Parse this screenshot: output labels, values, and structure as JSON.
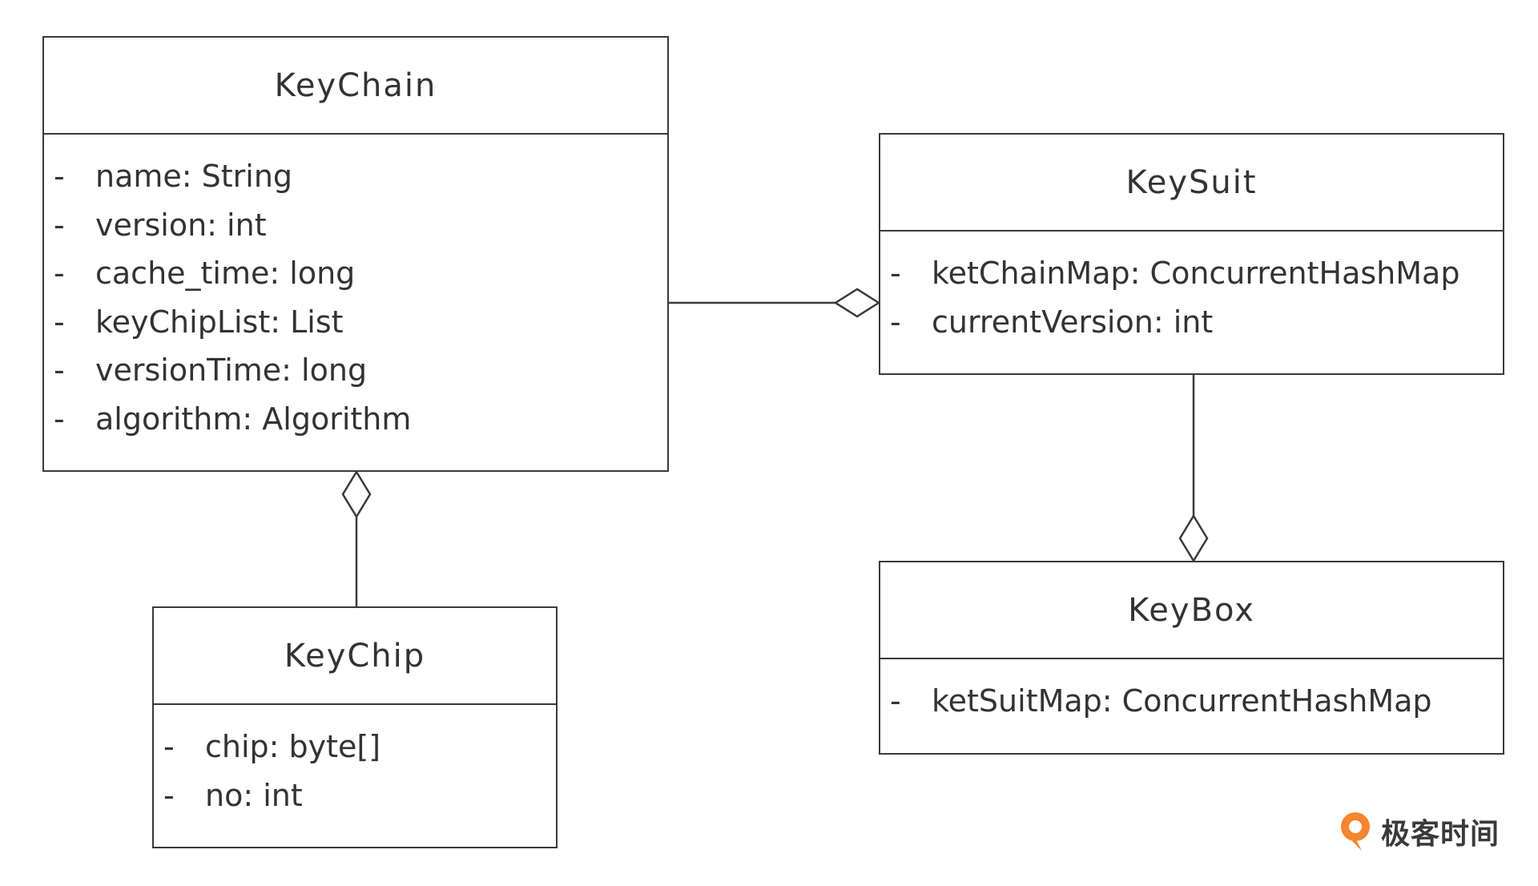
{
  "classes": {
    "keychain": {
      "name": "KeyChain",
      "attributes": [
        {
          "marker": "-",
          "text": "name: String"
        },
        {
          "marker": "-",
          "text": "version: int"
        },
        {
          "marker": "-",
          "text": "cache_time: long"
        },
        {
          "marker": "-",
          "text": "keyChipList: List"
        },
        {
          "marker": "-",
          "text": "versionTime: long"
        },
        {
          "marker": "-",
          "text": "algorithm: Algorithm"
        }
      ]
    },
    "keysuit": {
      "name": "KeySuit",
      "attributes": [
        {
          "marker": "-",
          "text": "ketChainMap: ConcurrentHashMap"
        },
        {
          "marker": "-",
          "text": "currentVersion: int"
        }
      ]
    },
    "keychip": {
      "name": "KeyChip",
      "attributes": [
        {
          "marker": "-",
          "text": "chip: byte[]"
        },
        {
          "marker": "-",
          "text": "no: int"
        }
      ]
    },
    "keybox": {
      "name": "KeyBox",
      "attributes": [
        {
          "marker": "-",
          "text": "ketSuitMap: ConcurrentHashMap"
        }
      ]
    }
  },
  "relations": [
    {
      "type": "aggregation",
      "whole": "KeySuit",
      "part": "KeyChain"
    },
    {
      "type": "aggregation",
      "whole": "KeyChain",
      "part": "KeyChip"
    },
    {
      "type": "aggregation",
      "whole": "KeyBox",
      "part": "KeySuit"
    }
  ],
  "logo": {
    "text": "极客时间",
    "icon": "geektime-logo-icon",
    "accent_color": "#f5852e"
  },
  "colors": {
    "line": "#3a3a3a",
    "text": "#333333",
    "background": "#ffffff"
  }
}
